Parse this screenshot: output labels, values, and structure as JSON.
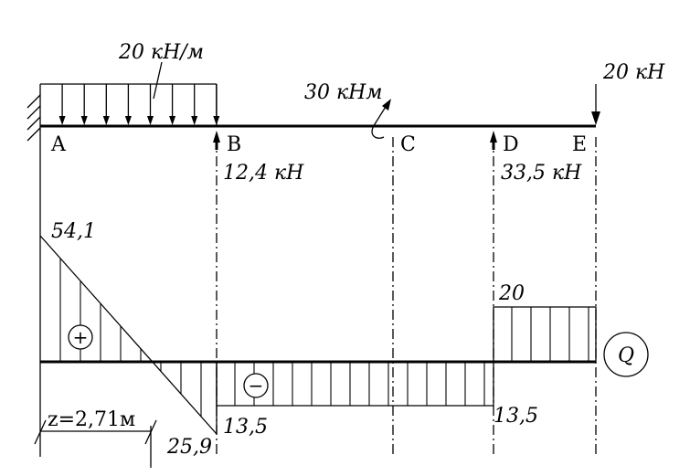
{
  "beam": {
    "distributed_load_label": "20 кН/м",
    "moment_label": "30 кНм",
    "force_e_label": "20 кН",
    "support_b_reaction": "12,4 кН",
    "support_d_reaction": "33,5 кН",
    "points": {
      "a": "A",
      "b": "B",
      "c": "C",
      "d": "D",
      "e": "E"
    }
  },
  "shear_diagram": {
    "label": "Q",
    "value_a": "54,1",
    "value_b_left": "25,9",
    "value_b_right": "13,5",
    "value_d_left": "13,5",
    "value_d_right": "20",
    "z_label": "z=2,71м",
    "sign_positive": "+",
    "sign_negative": "−"
  }
}
